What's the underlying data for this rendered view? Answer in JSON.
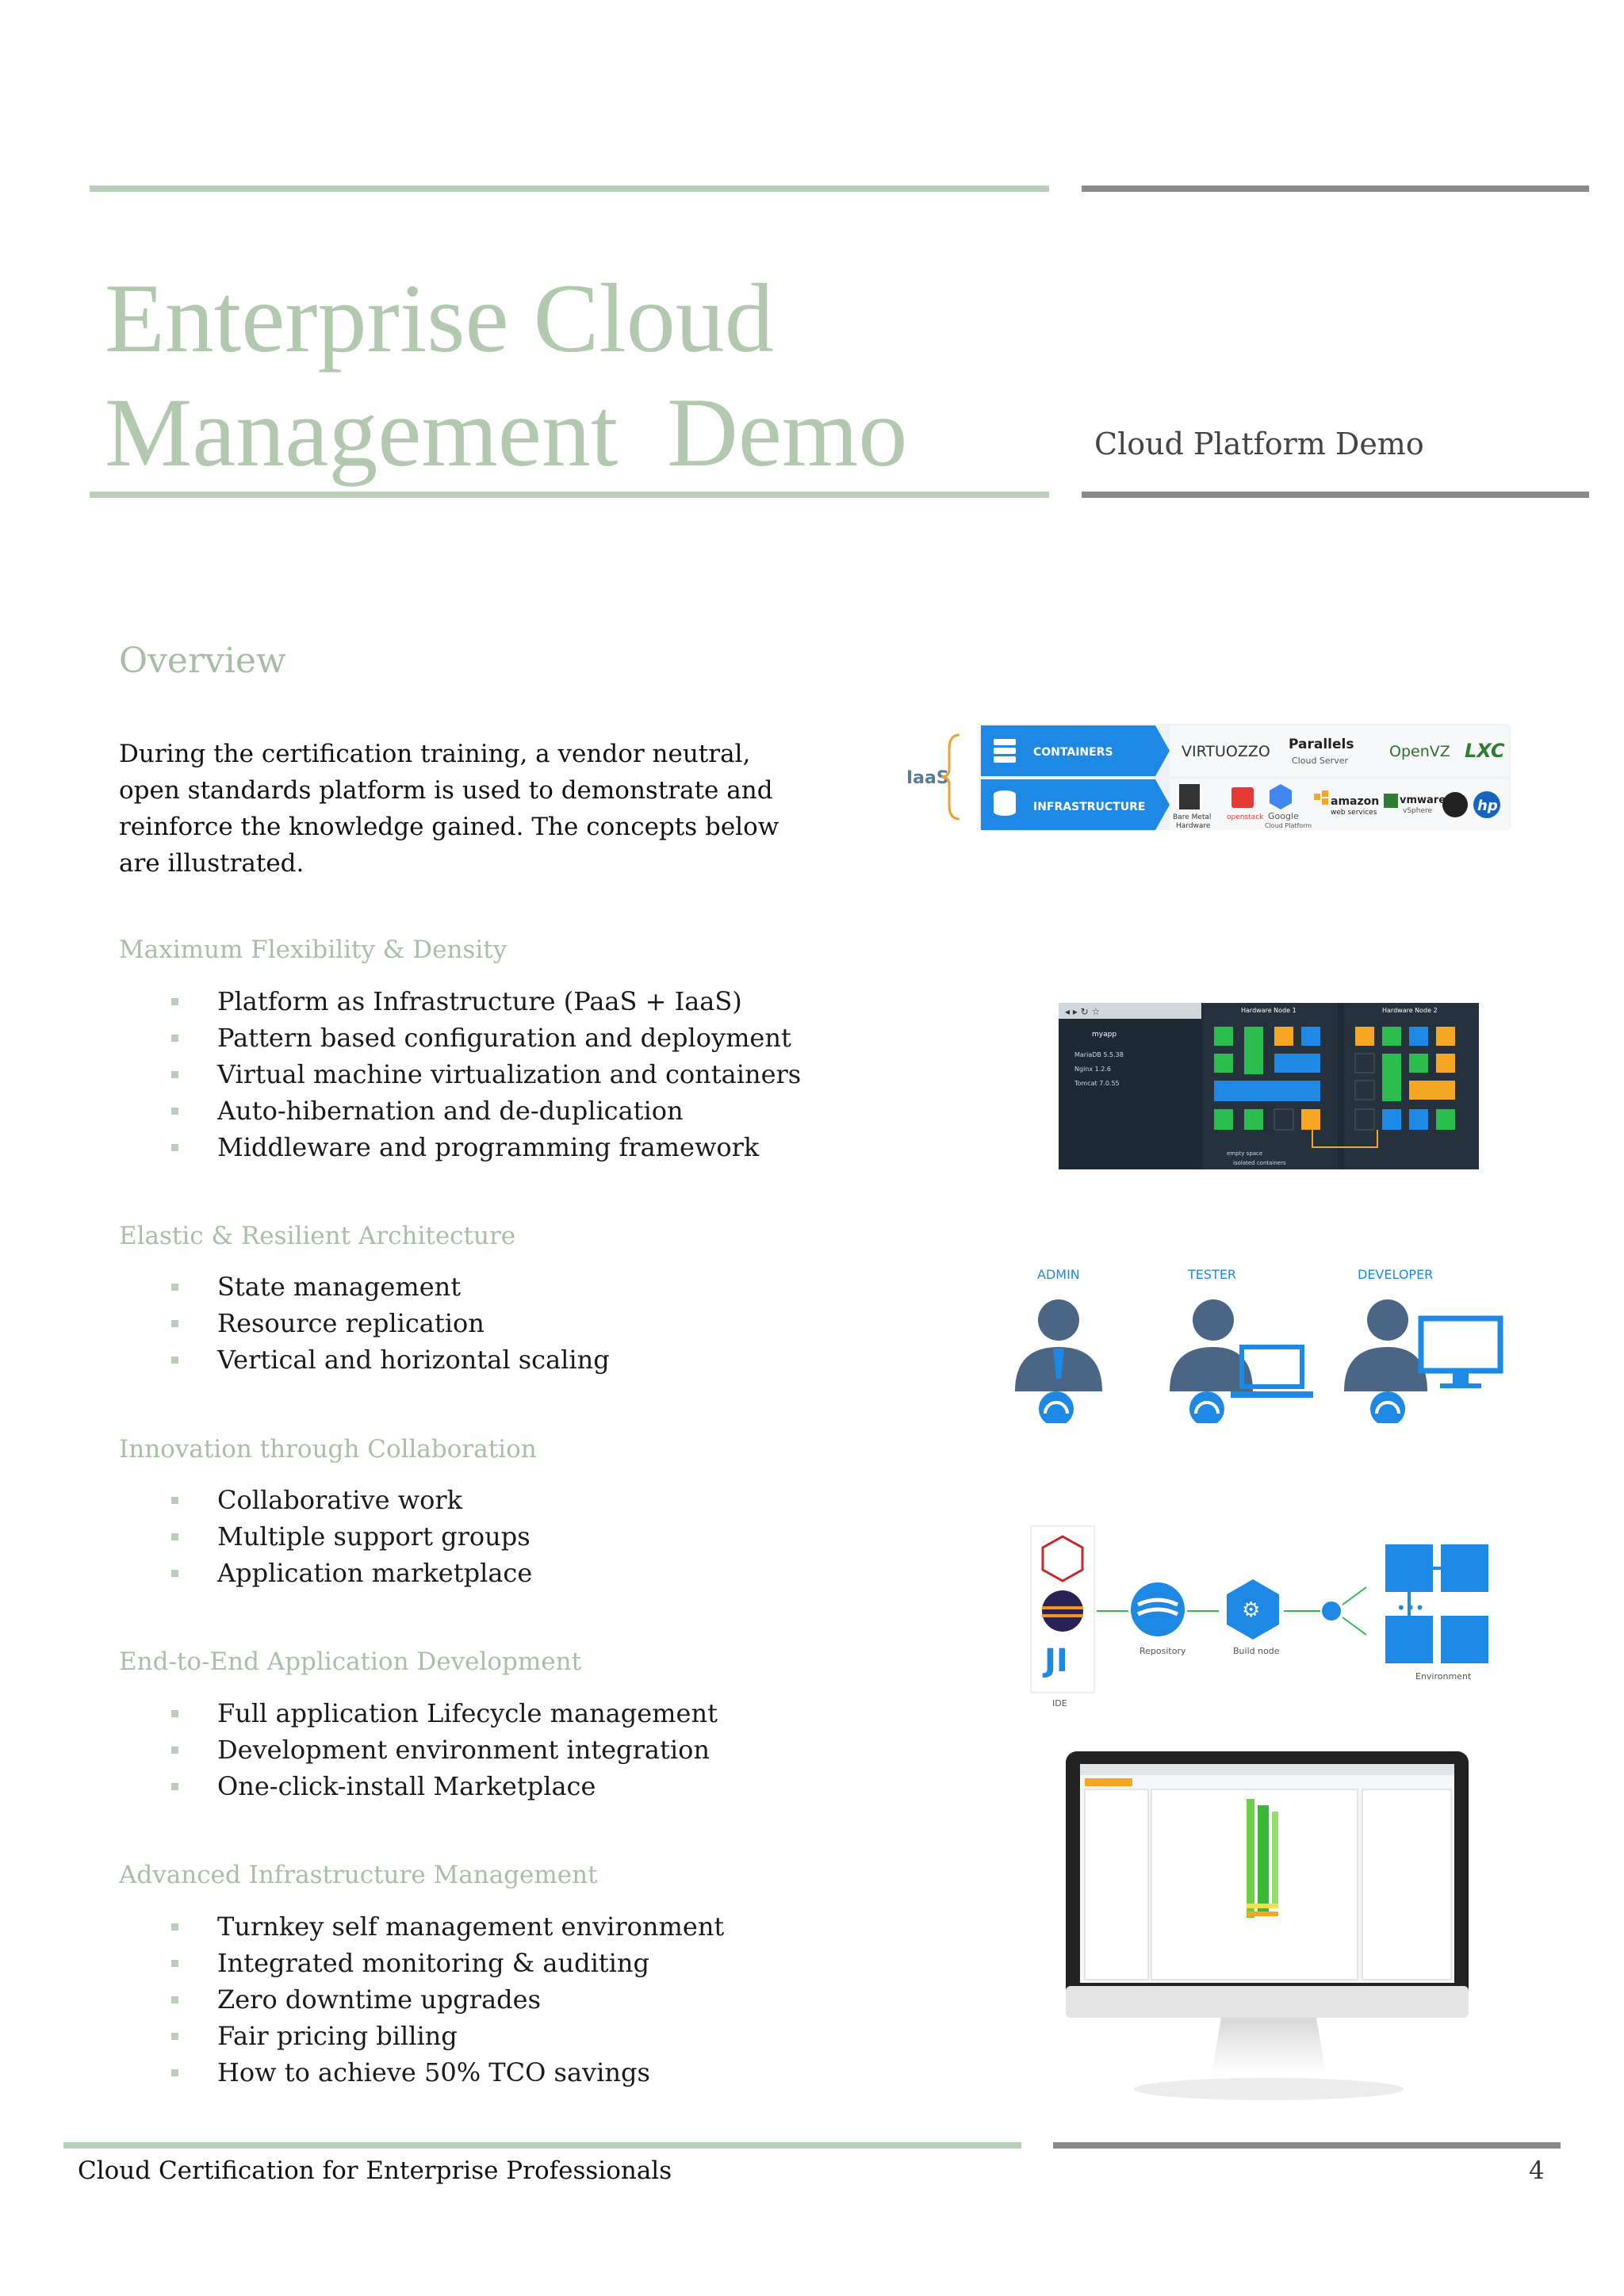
{
  "header": {
    "title_line1": "Enterprise Cloud",
    "title_line2": "Management  Demo",
    "subtitle": "Cloud Platform Demo"
  },
  "overview": {
    "heading": "Overview",
    "intro": "During the certification training, a vendor neutral, open standards platform is used to demonstrate and reinforce the knowledge gained. The concepts below are illustrated."
  },
  "sections": [
    {
      "heading": "Maximum Flexibility & Density",
      "bullets": [
        "Platform as Infrastructure (PaaS + IaaS)",
        "Pattern based configuration and deployment",
        "Virtual machine virtualization and containers",
        "Auto-hibernation and de-duplication",
        "Middleware and programming framework"
      ]
    },
    {
      "heading": "Elastic & Resilient Architecture",
      "bullets": [
        "State management",
        "Resource replication",
        "Vertical and horizontal scaling"
      ]
    },
    {
      "heading": "Innovation through Collaboration",
      "bullets": [
        "Collaborative work",
        "Multiple support groups",
        "Application marketplace"
      ]
    },
    {
      "heading": "End-to-End Application Development",
      "bullets": [
        "Full application Lifecycle management",
        "Development environment integration",
        "One-click-install Marketplace"
      ]
    },
    {
      "heading": "Advanced Infrastructure Management",
      "bullets": [
        "Turnkey self management environment",
        "Integrated monitoring & auditing",
        "Zero downtime upgrades",
        "Fair pricing billing",
        "How to achieve 50% TCO savings"
      ]
    }
  ],
  "figures": {
    "iaas": {
      "side_label": "IaaS",
      "containers_label": "CONTAINERS",
      "infrastructure_label": "INFRASTRUCTURE",
      "vendors_top": [
        "VIRTUOZZO",
        "Parallels",
        "Cloud Server",
        "OpenVZ",
        "LXC"
      ],
      "vendors_bottom": [
        "Bare Metal",
        "Hardware",
        "openstack",
        "Google",
        "Cloud Platform",
        "amazon",
        "web services",
        "vmware",
        "vSphere",
        "hp"
      ]
    },
    "nodes": {
      "node1": "Hardware Node 1",
      "node2": "Hardware Node 2",
      "app": "myapp",
      "items": [
        "MariaDB 5.5.38",
        "Nginx 1.2.6",
        "Tomcat 7.0.55"
      ],
      "legend": [
        "empty space",
        "isolated containers"
      ]
    },
    "roles": {
      "admin": "ADMIN",
      "tester": "TESTER",
      "developer": "DEVELOPER"
    },
    "pipeline": {
      "repository": "Repository",
      "build": "Build node",
      "environment": "Environment",
      "ide": "IDE"
    },
    "colors": {
      "accent_green": "#b9cdb8",
      "rule_grey": "#8a8a8a",
      "blue": "#1e88e5"
    }
  },
  "footer": {
    "text": "Cloud Certification for Enterprise Professionals",
    "page": "4"
  }
}
